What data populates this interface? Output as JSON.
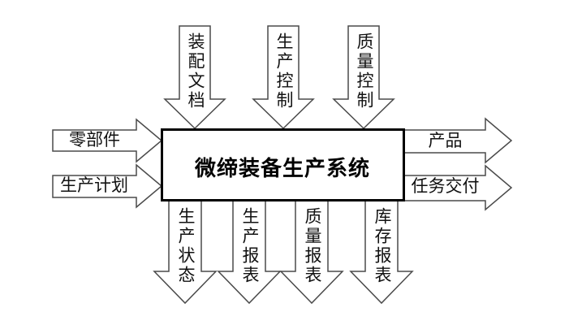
{
  "diagram": {
    "title": "微缔装备生产系统",
    "top_inputs": [
      {
        "label": "装配文档"
      },
      {
        "label": "生产控制"
      },
      {
        "label": "质量控制"
      }
    ],
    "left_inputs": [
      {
        "label": "零部件"
      },
      {
        "label": "生产计划"
      }
    ],
    "right_outputs": [
      {
        "label": "产品"
      },
      {
        "label": "任务交付"
      }
    ],
    "bottom_outputs": [
      {
        "label": "生产状态"
      },
      {
        "label": "生产报表"
      },
      {
        "label": "质量报表"
      },
      {
        "label": "库存报表"
      }
    ],
    "colors": {
      "background": "#ffffff",
      "arrow_fill": "#ffffff",
      "arrow_outline": "#4a4a4a",
      "box_border": "#000000",
      "text": "#111111"
    }
  }
}
